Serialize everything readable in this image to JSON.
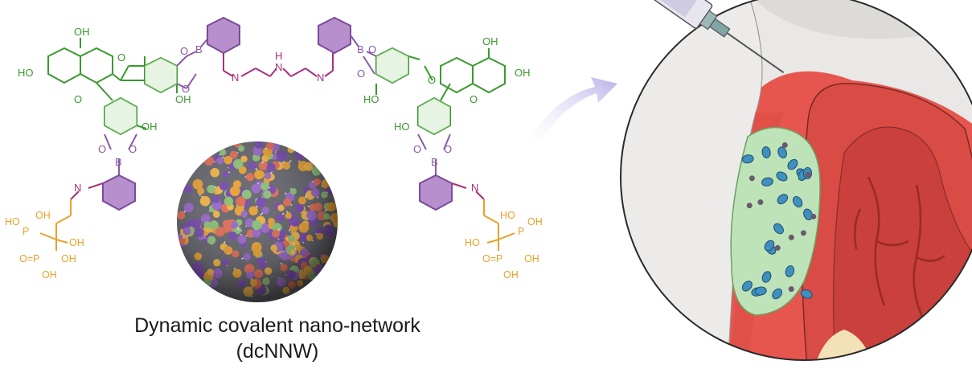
{
  "caption": {
    "line1": "Dynamic covalent nano-network",
    "line2": "(dcNNW)"
  },
  "molecule_labels": {
    "hydroxyl": "OH",
    "hydroxyl_left": "HO",
    "boron": "B",
    "oxygen": "O",
    "nitrogen": "N",
    "amine_h": "H",
    "phosphonate_left": "HO",
    "phosphorus": "P",
    "phosphonate_oxo": "O=P",
    "phosphonate_oh": "OH"
  },
  "colors": {
    "catechin": "#3a9a2e",
    "linker": "#a8307a",
    "phenylboronate": "#8a5aa6",
    "phenylboronate_fill": "#b78fcc",
    "bisphosphonate": "#e8a22a",
    "arrow": "#c9c2ea",
    "tissue_red": "#e0574f",
    "infection_green": "#bfe3b8",
    "bacteria_blue": "#3f8fbf"
  },
  "icons": {
    "syringe": "syringe-icon",
    "nanoparticle": "nanoparticle-sphere",
    "arrow": "curved-arrow-icon"
  }
}
